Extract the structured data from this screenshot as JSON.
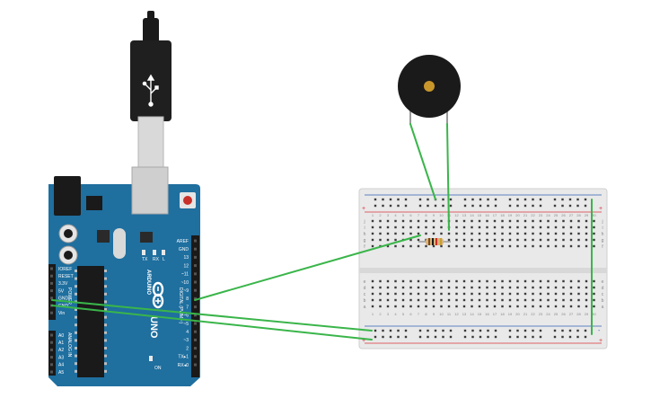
{
  "colors": {
    "board": "#1f6f9f",
    "board_dark": "#174f74",
    "wire": "#3ab54a",
    "breadboard": "#e9e9e9",
    "rail_red": "#d8333a",
    "rail_blue": "#2f5fb3",
    "chip": "#1a1a1a",
    "buzzer": "#1a1a1a",
    "buzzer_center": "#c8962b"
  },
  "arduino": {
    "brand": "ARDUINO",
    "model": "UNO",
    "digital_header": "DIGITAL (PWM ~)",
    "analog_header": "ANALOG IN",
    "power_header": "POWER",
    "tx": "TX",
    "rx": "RX",
    "l": "L",
    "on": "ON",
    "digital_pins": [
      "AREF",
      "GND",
      "13",
      "12",
      "~11",
      "~10",
      "~9",
      "8",
      "7",
      "~6",
      "~5",
      "4",
      "~3",
      "2",
      "TX▸1",
      "RX◂0"
    ],
    "power_pins": [
      "IOREF",
      "RESET",
      "3.3V",
      "5V",
      "GND",
      "GND",
      "Vin"
    ],
    "analog_pins": [
      "A0",
      "A1",
      "A2",
      "A3",
      "A4",
      "A5"
    ]
  },
  "breadboard": {
    "rail_plus": "+",
    "rail_minus": "-",
    "top_rows": [
      "j",
      "i",
      "h",
      "g",
      "f"
    ],
    "bottom_rows": [
      "e",
      "d",
      "c",
      "b",
      "a"
    ],
    "columns": [
      "1",
      "2",
      "3",
      "4",
      "5",
      "6",
      "7",
      "8",
      "9",
      "10",
      "11",
      "12",
      "13",
      "14",
      "15",
      "16",
      "17",
      "18",
      "19",
      "20",
      "21",
      "22",
      "23",
      "24",
      "25",
      "26",
      "27",
      "28",
      "29",
      "30"
    ]
  },
  "components": {
    "usb_cable": "usb-cable",
    "resistor": "resistor",
    "buzzer": "piezo-buzzer"
  }
}
